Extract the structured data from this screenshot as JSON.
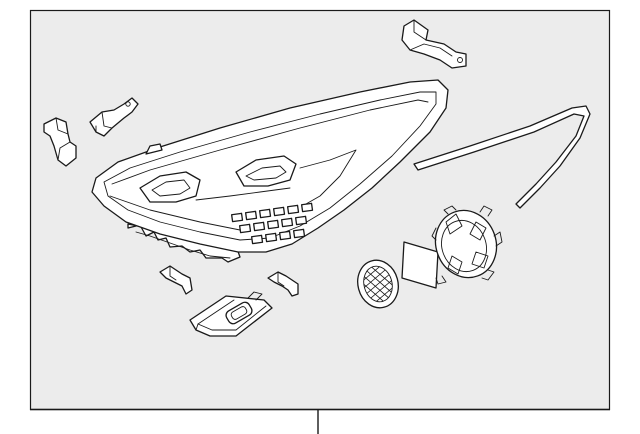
{
  "diagram": {
    "background": "#ececec",
    "frame_color": "#1a1a1a",
    "line_color": "#1a1a1a",
    "parts": [
      "headlamp-assembly",
      "upper-mounting-bracket",
      "left-side-bracket",
      "left-upper-bracket",
      "trim-seal-strip",
      "small-clip-left",
      "small-clip-right",
      "ballast-module",
      "vent-grille-cap",
      "gasket-pad",
      "bulb-socket-cap"
    ]
  }
}
